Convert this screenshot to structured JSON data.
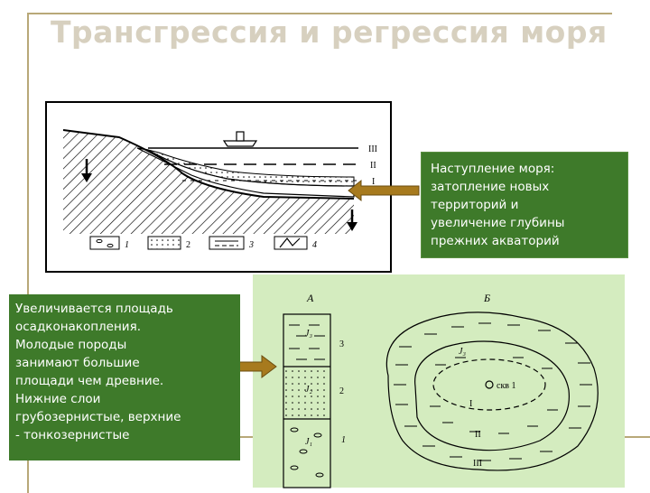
{
  "title": "Трансгрессия и регрессия моря",
  "notes": {
    "top": [
      "Наступление моря:",
      "затопление новых",
      "территорий и",
      "увеличение глубины",
      "прежних акваторий"
    ],
    "left": [
      "Увеличивается площадь",
      "осадконакопления.",
      "Молодые породы",
      "занимают большие",
      "площади чем древние.",
      "Нижние слои",
      "грубозернистые, верхние",
      "- тонкозернистые"
    ]
  },
  "cross_section": {
    "levels": [
      "III",
      "II",
      "I"
    ],
    "legend": [
      "1",
      "2",
      "3",
      "4"
    ]
  },
  "map_diagram": {
    "column_label": "А",
    "map_label": "Б",
    "layers": [
      {
        "name": "J₃",
        "num": "3"
      },
      {
        "name": "J₂",
        "num": "2"
      },
      {
        "name": "J₁",
        "num": "1"
      }
    ],
    "well": "скв 1",
    "zones": [
      "J₃",
      "I",
      "II",
      "III"
    ]
  },
  "colors": {
    "note_bg": "#3e7a2a",
    "panel_green": "#d4ecbf",
    "title": "#d7d0bf",
    "arrow": "#a77a1e"
  }
}
